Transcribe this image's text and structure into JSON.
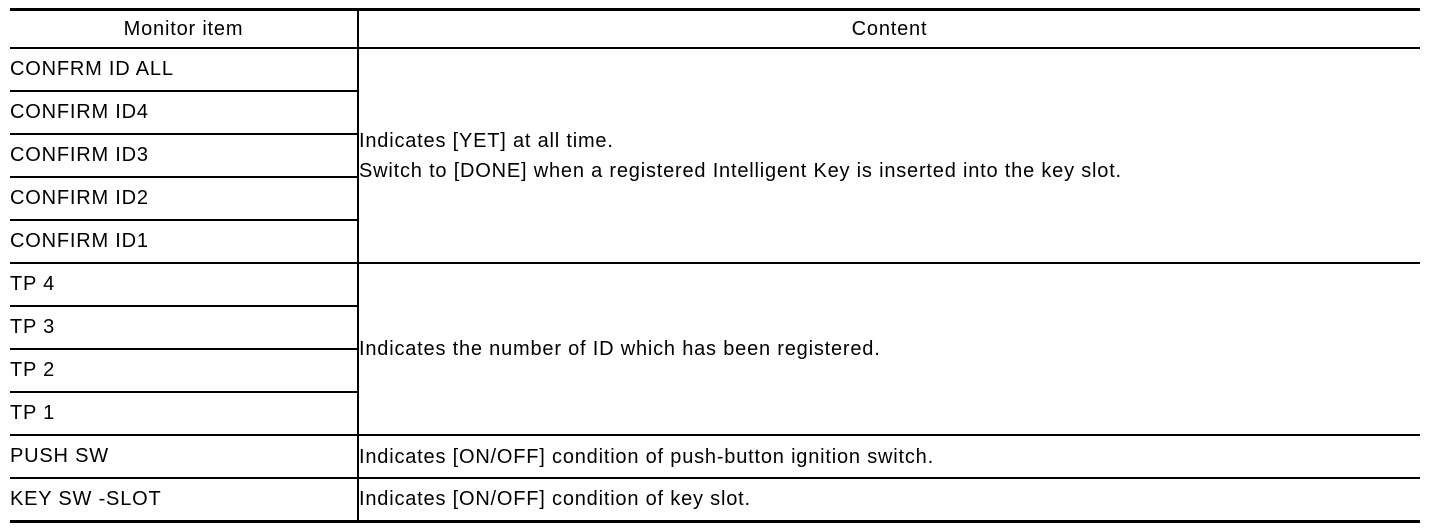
{
  "page": {
    "background_color": "#ffffff",
    "text_color": "#000000",
    "rule_color": "#000000"
  },
  "table": {
    "headers": [
      "Monitor item",
      "Content"
    ],
    "groups": [
      {
        "items": [
          "CONFRM ID ALL",
          "CONFIRM ID4",
          "CONFIRM ID3",
          "CONFIRM ID2",
          "CONFIRM ID1"
        ],
        "content": "Indicates [YET] at all time.\nSwitch to [DONE] when a registered Intelligent Key is inserted into the key slot."
      },
      {
        "items": [
          "TP 4",
          "TP 3",
          "TP 2",
          "TP 1"
        ],
        "content": "Indicates the number of ID which has been registered."
      },
      {
        "items": [
          "PUSH SW"
        ],
        "content": "Indicates [ON/OFF] condition of push-button ignition switch."
      },
      {
        "items": [
          "KEY SW -SLOT"
        ],
        "content": "Indicates [ON/OFF] condition of key slot."
      }
    ]
  }
}
